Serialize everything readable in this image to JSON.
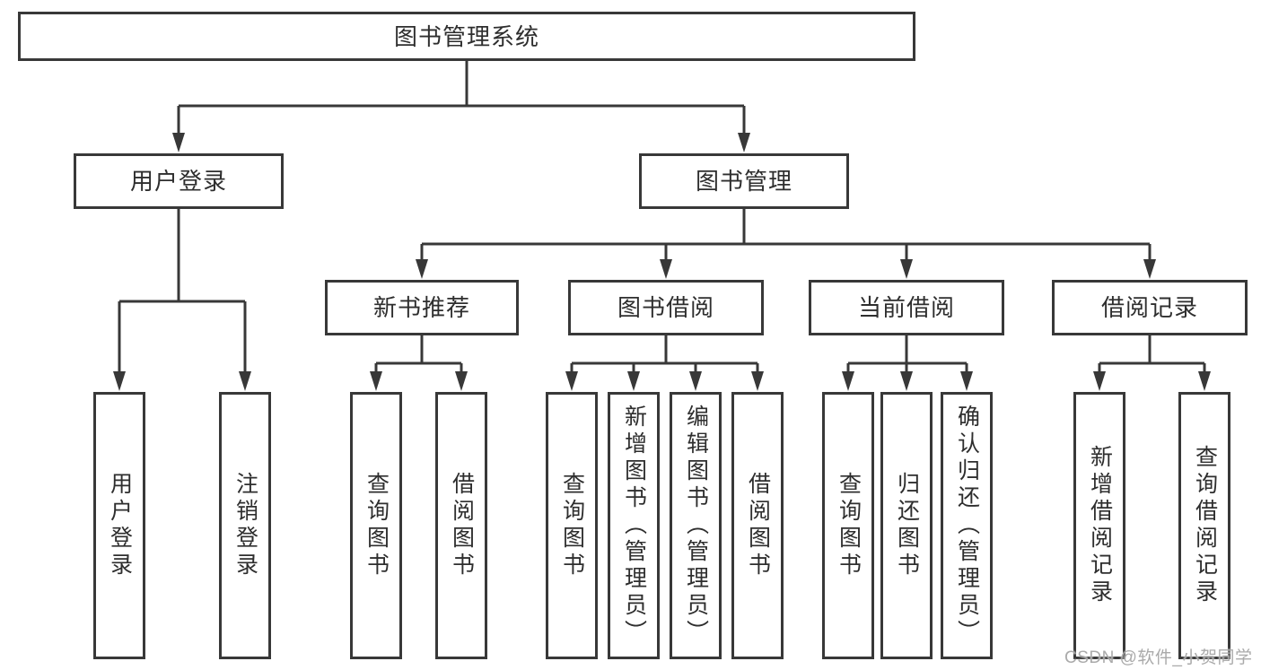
{
  "diagram": {
    "root": {
      "label": "图书管理系统"
    },
    "level2": {
      "user_login": {
        "label": "用户登录"
      },
      "book_mgmt": {
        "label": "图书管理"
      }
    },
    "level3": {
      "new_book_rec": {
        "label": "新书推荐"
      },
      "book_borrow": {
        "label": "图书借阅"
      },
      "current_borrow": {
        "label": "当前借阅"
      },
      "borrow_records": {
        "label": "借阅记录"
      }
    },
    "leaves": {
      "login": {
        "label": "用户登录"
      },
      "logout": {
        "label": "注销登录"
      },
      "nbr_query": {
        "label": "查询图书"
      },
      "nbr_borrow": {
        "label": "借阅图书"
      },
      "bb_query": {
        "label": "查询图书"
      },
      "bb_add": {
        "label": "新增图书（管理员）"
      },
      "bb_edit": {
        "label": "编辑图书（管理员）"
      },
      "bb_borrow": {
        "label": "借阅图书"
      },
      "cb_query": {
        "label": "查询图书"
      },
      "cb_return": {
        "label": "归还图书"
      },
      "cb_confirm": {
        "label": "确认归还（管理员）"
      },
      "br_add": {
        "label": "新增借阅记录"
      },
      "br_query": {
        "label": "查询借阅记录"
      }
    }
  },
  "watermark": {
    "text": "CSDN @软件_小贺同学"
  },
  "colors": {
    "line": "#383838",
    "text": "#2e2e2e",
    "background": "#ffffff",
    "watermark": "#a5a5a5"
  }
}
